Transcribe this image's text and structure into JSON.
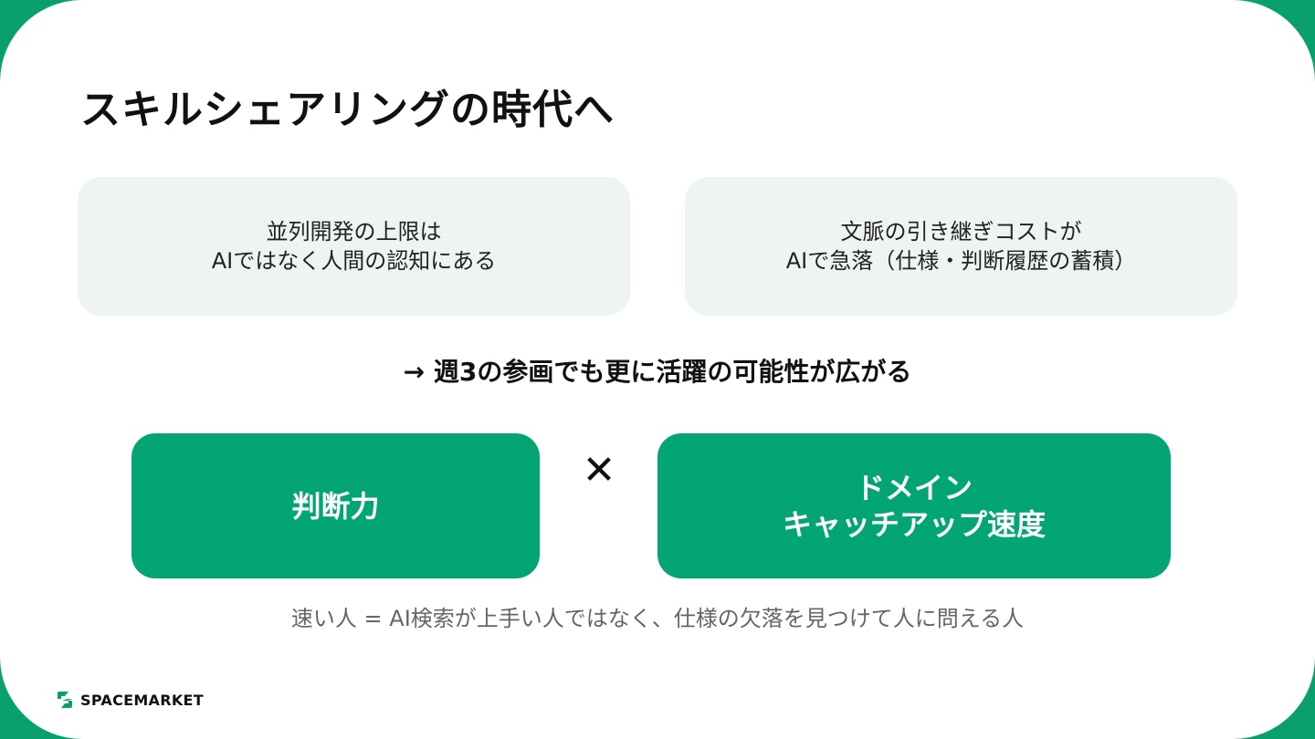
{
  "slide": {
    "title": "スキルシェアリングの時代へ",
    "cards": [
      {
        "line1": "並列開発の上限は",
        "line2": "AIではなく人間の認知にある"
      },
      {
        "line1": "文脈の引き継ぎコストが",
        "line2": "AIで急落（仕様・判断履歴の蓄積）"
      }
    ],
    "conclusion": "→ 週3の参画でも更に活躍の可能性が広がる",
    "boxes": {
      "left": {
        "line1": "判断力"
      },
      "operator": "✕",
      "right": {
        "line1": "ドメイン",
        "line2": "キャッチアップ速度"
      }
    },
    "note": "速い人 = AI検索が上手い人ではなく、仕様の欠落を見つけて人に問える人"
  },
  "brand": {
    "logo_text": "SPACEMARKET",
    "logo_icon": "spacemarket-logo-icon",
    "accent_color": "#03a574",
    "card_color": "#edf4f1"
  }
}
